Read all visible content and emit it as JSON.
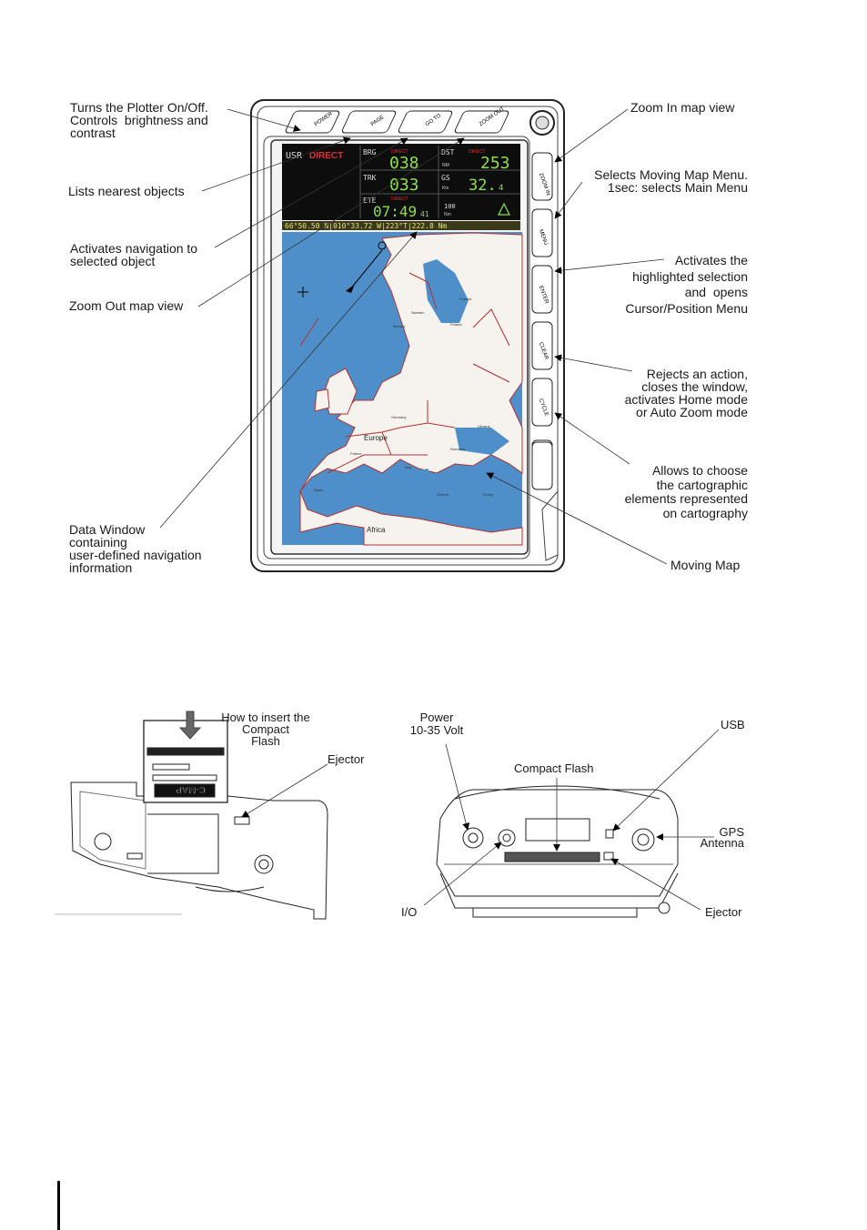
{
  "left_callouts": [
    "Turns the Plotter On/Off.\nControls  brightness and\ncontrast",
    "Lists nearest objects",
    "Activates navigation to\nselected object",
    "Zoom Out map view",
    "Data Window\ncontaining\nuser-defined navigation\ninformation"
  ],
  "right_callouts": [
    "Zoom In map view",
    "Selects Moving Map Menu.\n1sec: selects Main Menu",
    "Activates the\nhighlighted selection\nand  opens\nCursor/Position Menu",
    "Rejects an action,\ncloses the window,\nactivates Home mode\nor Auto Zoom mode",
    "Allows to choose\nthe cartographic\nelements represented\non cartography",
    "Moving Map"
  ],
  "device": {
    "top_buttons": [
      "POWER",
      "PAGE",
      "GO TO",
      "ZOOM OUT"
    ],
    "side_buttons": [
      "ZOOM IN",
      "MENU",
      "ENTER",
      "CLEAR",
      "CYCLE"
    ],
    "data_window": {
      "mode_user": "USR",
      "mode_direct": "DIRECT",
      "brg_label": "BRG",
      "brg_value": "038",
      "dst_label": "DST",
      "dst_unit": "NM",
      "dst_value": "253",
      "trk_label": "TRK",
      "trk_value": "033",
      "gs_label": "GS",
      "gs_unit": "Kts",
      "gs_value": "32.",
      "gs_decimal": "4",
      "ete_label": "ETE",
      "ete_value": "07:49",
      "ete_seconds": "41",
      "alt_value": "100",
      "alt_unit": "Nm",
      "small_direct": "DIRECT",
      "status_bar": "66°50.50 N|010°33.72 W|223°T|222.8 Nm"
    },
    "map_labels": [
      "Europe",
      "Africa",
      "Sweden",
      "Norway",
      "Finland",
      "Poland",
      "Germany",
      "France",
      "Spain",
      "Italy",
      "Turkey",
      "Ukraine",
      "Romania",
      "Greece"
    ]
  },
  "bottom_left": {
    "title": "How to insert the\nCompact\nFlash",
    "ejector": "Ejector",
    "card_brand": "C-MAP"
  },
  "bottom_right": {
    "power": "Power\n10-35 Volt",
    "usb": "USB",
    "compact_flash": "Compact Flash",
    "gps": "GPS\nAntenna",
    "io": "I/O",
    "ejector": "Ejector"
  }
}
